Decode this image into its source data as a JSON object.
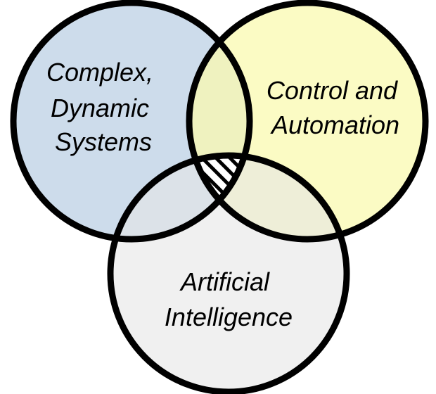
{
  "diagram": {
    "type": "venn-3",
    "sets": [
      {
        "id": "complex-dynamic-systems",
        "label_lines": [
          "Complex,",
          "Dynamic",
          "Systems"
        ],
        "fill": "#c4d6e8"
      },
      {
        "id": "control-and-automation",
        "label_lines": [
          "Control and",
          "Automation"
        ],
        "fill": "#fafab0"
      },
      {
        "id": "artificial-intelligence",
        "label_lines": [
          "Artificial",
          "Intelligence"
        ],
        "fill": "#e6e6e6"
      }
    ],
    "center_intersection": {
      "pattern": "diagonal-hatch",
      "fill": "#ffffff",
      "hatch_color": "#000000"
    },
    "outline_color": "#000000"
  }
}
